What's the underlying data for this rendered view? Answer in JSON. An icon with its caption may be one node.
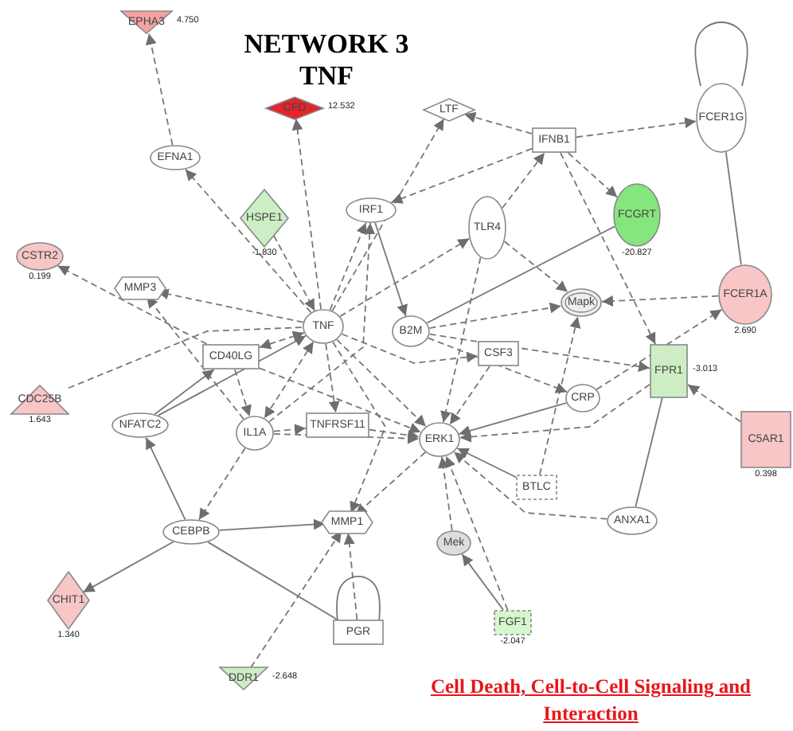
{
  "diagram": {
    "title": "NETWORK 3 TNF",
    "caption": "Cell Death, Cell-to-Cell Signaling and Interaction",
    "nodes": [
      {
        "text": [
          "EPHA3"
        ],
        "beside": [
          "4.750"
        ]
      },
      {
        "text": [
          "CFD"
        ],
        "beside": [
          "12.532"
        ]
      },
      {
        "text": [
          "LTF"
        ]
      },
      {
        "text": [
          "IFNB1"
        ]
      },
      {
        "text": [
          "FCER1G"
        ]
      },
      {
        "text": [
          "EFNA1"
        ]
      },
      {
        "text": [
          "HSPE1"
        ],
        "beside": [
          "-1.830"
        ]
      },
      {
        "text": [
          "IRF1"
        ]
      },
      {
        "text": [
          "TLR4"
        ]
      },
      {
        "text": [
          "FCGRT"
        ],
        "beside": [
          "-20.827"
        ]
      },
      {
        "text": [
          "FCER1A"
        ],
        "beside": [
          "2.690"
        ]
      },
      {
        "text": [
          "CSTR2"
        ],
        "beside": [
          "0.199"
        ]
      },
      {
        "text": [
          "MMP3"
        ]
      },
      {
        "text": [
          "TNF"
        ]
      },
      {
        "text": [
          "B2M"
        ]
      },
      {
        "text": [
          "Mapk"
        ]
      },
      {
        "text": [
          "CSF3"
        ]
      },
      {
        "text": [
          "CD40LG"
        ]
      },
      {
        "text": [
          "FPR1"
        ],
        "beside": [
          "-3.013"
        ]
      },
      {
        "text": [
          "CDC25B"
        ],
        "beside": [
          "1.643"
        ]
      },
      {
        "text": [
          "NFATC2"
        ]
      },
      {
        "text": [
          "IL1A"
        ]
      },
      {
        "text": [
          "TNFRSF11"
        ]
      },
      {
        "text": [
          "CRP"
        ]
      },
      {
        "text": [
          "ERK1"
        ]
      },
      {
        "text": [
          "C5AR1"
        ],
        "beside": [
          "0.398"
        ]
      },
      {
        "text": [
          "BTLC"
        ]
      },
      {
        "text": [
          "ANXA1"
        ]
      },
      {
        "text": [
          "CEBPB"
        ]
      },
      {
        "text": [
          "MMP1"
        ]
      },
      {
        "text": [
          "Mek"
        ]
      },
      {
        "text": [
          "CHIT1"
        ],
        "beside": [
          "1.340"
        ]
      },
      {
        "text": [
          "PGR"
        ]
      },
      {
        "text": [
          "DDR1"
        ],
        "beside": [
          "-2.648"
        ]
      },
      {
        "text": [
          "FGF1"
        ],
        "beside": [
          "-2.047"
        ]
      }
    ],
    "edges": [
      {
        "from": 5,
        "to": 0,
        "arrow": "to",
        "style": "dashed"
      },
      {
        "from": 13,
        "to": 1,
        "arrow": "to",
        "style": "dashed"
      },
      {
        "from": 13,
        "to": 5,
        "arrow": "to",
        "style": "dashed"
      },
      {
        "from": 6,
        "to": 13,
        "arrow": "to",
        "style": "dashed"
      },
      {
        "from": 13,
        "to": 7,
        "arrow": "to",
        "style": "dashed"
      },
      {
        "from": 7,
        "to": 14,
        "arrow": "to"
      },
      {
        "from": 21,
        "to": 7,
        "arrow": "to",
        "style": "dashed"
      },
      {
        "from": 13,
        "to": 2,
        "arrow": "to",
        "style": "dashed"
      },
      {
        "from": 3,
        "to": 2,
        "arrow": "to",
        "style": "dashed"
      },
      {
        "from": 3,
        "to": 4,
        "arrow": "to",
        "style": "dashed"
      },
      {
        "from": 3,
        "to": 7,
        "arrow": "to",
        "style": "dashed"
      },
      {
        "from": 3,
        "to": 9,
        "arrow": "to",
        "style": "dashed"
      },
      {
        "from": 3,
        "to": 18,
        "arrow": "to",
        "style": "dashed"
      },
      {
        "from": 8,
        "to": 3,
        "arrow": "to",
        "style": "dashed"
      },
      {
        "from": 8,
        "to": 15,
        "arrow": "to",
        "style": "dashed"
      },
      {
        "from": 13,
        "to": 8,
        "arrow": "to",
        "style": "dashed"
      },
      {
        "from": 8,
        "to": 24,
        "arrow": "to",
        "style": "dashed"
      },
      {
        "from": 9,
        "to": 14,
        "arrow": "none"
      },
      {
        "from": 4,
        "to": 10,
        "arrow": "none"
      },
      {
        "from": 4,
        "to": 4,
        "arrow": "none"
      },
      {
        "from": 10,
        "to": 15,
        "arrow": "to",
        "style": "dashed"
      },
      {
        "from": 23,
        "to": 10,
        "arrow": "to",
        "style": "dashed"
      },
      {
        "from": 14,
        "to": 15,
        "arrow": "to",
        "style": "dashed"
      },
      {
        "from": 26,
        "to": 15,
        "arrow": "to",
        "style": "dashed"
      },
      {
        "from": 13,
        "to": 16,
        "arrow": "to",
        "style": "dashed"
      },
      {
        "from": 14,
        "to": 18,
        "arrow": "to",
        "style": "dashed"
      },
      {
        "from": 14,
        "to": 23,
        "arrow": "to",
        "style": "dashed"
      },
      {
        "from": 23,
        "to": 24,
        "arrow": "to"
      },
      {
        "from": 18,
        "to": 24,
        "arrow": "to",
        "style": "dashed"
      },
      {
        "from": 27,
        "to": 18,
        "arrow": "none"
      },
      {
        "from": 25,
        "to": 18,
        "arrow": "to",
        "style": "dashed"
      },
      {
        "from": 27,
        "to": 24,
        "arrow": "to",
        "style": "dashed"
      },
      {
        "from": 26,
        "to": 24,
        "arrow": "to"
      },
      {
        "from": 16,
        "to": 24,
        "arrow": "to",
        "style": "dashed"
      },
      {
        "from": 13,
        "to": 24,
        "arrow": "to",
        "style": "dashed"
      },
      {
        "from": 21,
        "to": 24,
        "arrow": "to",
        "style": "dashed"
      },
      {
        "from": 30,
        "to": 24,
        "arrow": "to",
        "style": "dashed"
      },
      {
        "from": 34,
        "to": 30,
        "arrow": "to"
      },
      {
        "from": 34,
        "to": 24,
        "arrow": "to",
        "style": "dashed"
      },
      {
        "from": 13,
        "to": 12,
        "arrow": "to",
        "style": "dashed"
      },
      {
        "from": 21,
        "to": 12,
        "arrow": "to",
        "style": "dashed"
      },
      {
        "from": 17,
        "to": 11,
        "arrow": "to",
        "style": "dashed"
      },
      {
        "from": 19,
        "to": 13,
        "arrow": "none",
        "style": "dashed"
      },
      {
        "from": 17,
        "to": 13,
        "arrow": "both",
        "style": "dashed"
      },
      {
        "from": 20,
        "to": 17,
        "arrow": "to"
      },
      {
        "from": 20,
        "to": 13,
        "arrow": "to"
      },
      {
        "from": 28,
        "to": 20,
        "arrow": "to"
      },
      {
        "from": 21,
        "to": 28,
        "arrow": "to",
        "style": "dashed"
      },
      {
        "from": 28,
        "to": 29,
        "arrow": "to"
      },
      {
        "from": 28,
        "to": 31,
        "arrow": "to"
      },
      {
        "from": 28,
        "to": 32,
        "arrow": "none"
      },
      {
        "from": 33,
        "to": 29,
        "arrow": "to",
        "style": "dashed"
      },
      {
        "from": 32,
        "to": 29,
        "arrow": "to",
        "style": "dashed"
      },
      {
        "from": 13,
        "to": 29,
        "arrow": "to",
        "style": "dashed"
      },
      {
        "from": 24,
        "to": 29,
        "arrow": "to",
        "style": "dashed"
      },
      {
        "from": 13,
        "to": 21,
        "arrow": "both",
        "style": "dashed"
      },
      {
        "from": 13,
        "to": 22,
        "arrow": "to",
        "style": "dashed"
      },
      {
        "from": 21,
        "to": 22,
        "arrow": "to",
        "style": "dashed"
      },
      {
        "from": 22,
        "to": 24,
        "arrow": "to",
        "style": "dashed"
      },
      {
        "from": 17,
        "to": 24,
        "arrow": "to",
        "style": "dashed"
      },
      {
        "from": 17,
        "to": 21,
        "arrow": "to",
        "style": "dashed"
      },
      {
        "from": 32,
        "to": 32,
        "arrow": "none"
      }
    ]
  }
}
